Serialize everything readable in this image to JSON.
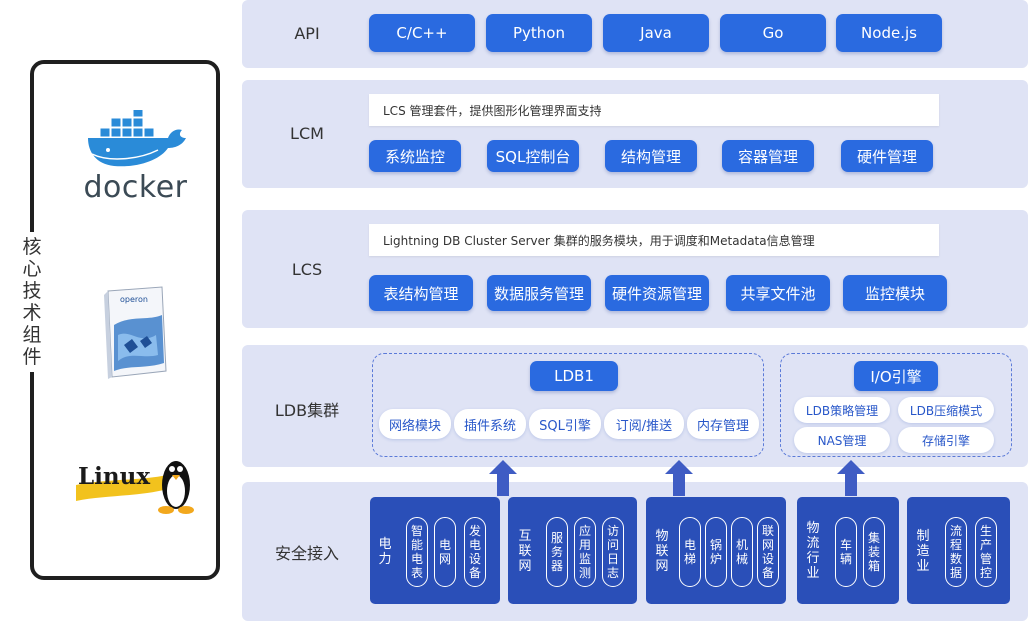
{
  "core": {
    "label_chars": [
      "核",
      "心",
      "技",
      "术",
      "组",
      "件"
    ],
    "docker_text": "docker",
    "linux_text": "Linux",
    "book_text": "operon"
  },
  "layers": {
    "api": {
      "title": "API",
      "items": [
        "C/C++",
        "Python",
        "Java",
        "Go",
        "Node.js"
      ]
    },
    "lcm": {
      "title": "LCM",
      "desc": "LCS 管理套件，提供图形化管理界面支持",
      "items": [
        "系统监控",
        "SQL控制台",
        "结构管理",
        "容器管理",
        "硬件管理"
      ]
    },
    "lcs": {
      "title": "LCS",
      "desc": "Lightning DB Cluster Server 集群的服务模块，用于调度和Metadata信息管理",
      "items": [
        "表结构管理",
        "数据服务管理",
        "硬件资源管理",
        "共享文件池",
        "监控模块"
      ]
    },
    "ldb": {
      "title": "LDB集群",
      "ldb1": {
        "title": "LDB1",
        "items": [
          "网络模块",
          "插件系统",
          "SQL引擎",
          "订阅/推送",
          "内存管理"
        ]
      },
      "io": {
        "title": "I/O引擎",
        "items": [
          "LDB策略管理",
          "LDB压缩模式",
          "NAS管理",
          "存储引擎"
        ]
      }
    },
    "security": {
      "title": "安全接入",
      "groups": [
        {
          "name": [
            "电",
            "力"
          ],
          "items": [
            [
              "智",
              "能",
              "电",
              "表"
            ],
            [
              "电",
              "网"
            ],
            [
              "发",
              "电",
              "设",
              "备"
            ]
          ]
        },
        {
          "name": [
            "互",
            "联",
            "网"
          ],
          "items": [
            [
              "服",
              "务",
              "器"
            ],
            [
              "应",
              "用",
              "监",
              "测"
            ],
            [
              "访",
              "问",
              "日",
              "志"
            ]
          ]
        },
        {
          "name": [
            "物",
            "联",
            "网"
          ],
          "items": [
            [
              "电",
              "梯"
            ],
            [
              "锅",
              "炉"
            ],
            [
              "机",
              "械"
            ],
            [
              "联",
              "网",
              "设",
              "备"
            ]
          ]
        },
        {
          "name": [
            "物",
            "流",
            "行",
            "业"
          ],
          "items": [
            [
              "车",
              "辆"
            ],
            [
              "集",
              "装",
              "箱"
            ]
          ]
        },
        {
          "name": [
            "制",
            "造",
            "业"
          ],
          "items": [
            [
              "流",
              "程",
              "数",
              "据"
            ],
            [
              "生",
              "产",
              "管",
              "控"
            ]
          ]
        }
      ]
    }
  },
  "colors": {
    "band": "#dfe3f5",
    "button": "#2a6ae0",
    "block": "#2a4fb8",
    "pill_text": "#2857c9",
    "arrow": "#3f5cc4"
  }
}
